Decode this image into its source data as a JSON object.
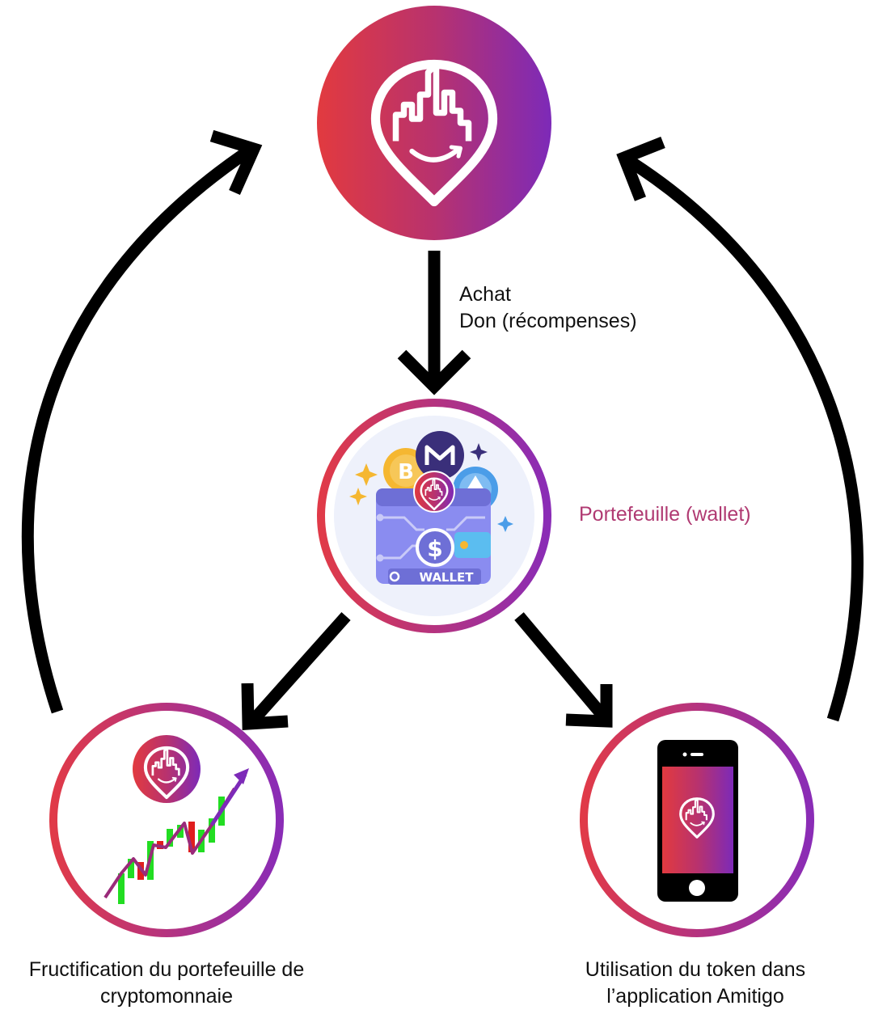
{
  "nodes": {
    "top": {
      "icon": "amitigo-city-pin-logo"
    },
    "wallet": {
      "icon": "crypto-wallet-illustration",
      "badge_text": "WALLET",
      "dollar_symbol": "$",
      "label": "Portefeuille (wallet)"
    },
    "growth": {
      "icon": "candlestick-growth-chart-icon",
      "label": "Fructification du portefeuille de cryptomonnaie"
    },
    "phone": {
      "icon": "smartphone-app-icon",
      "label": "Utilisation du token dans l’application Amitigo"
    }
  },
  "edges": {
    "top_to_wallet": {
      "line1": "Achat",
      "line2": "Don (récompenses)"
    }
  },
  "colors": {
    "gradient_start": "#e23a3f",
    "gradient_mid": "#b8326e",
    "gradient_end": "#7d2ab8",
    "arrow": "#000000",
    "wallet_label": "#b03a72",
    "wallet_body": "#8a8cf0",
    "bitcoin": "#f5b731",
    "ethereum": "#4b9de8",
    "monero_coin": "#3a2f7a",
    "candle_up": "#22dd22",
    "candle_down": "#e01e1e"
  }
}
